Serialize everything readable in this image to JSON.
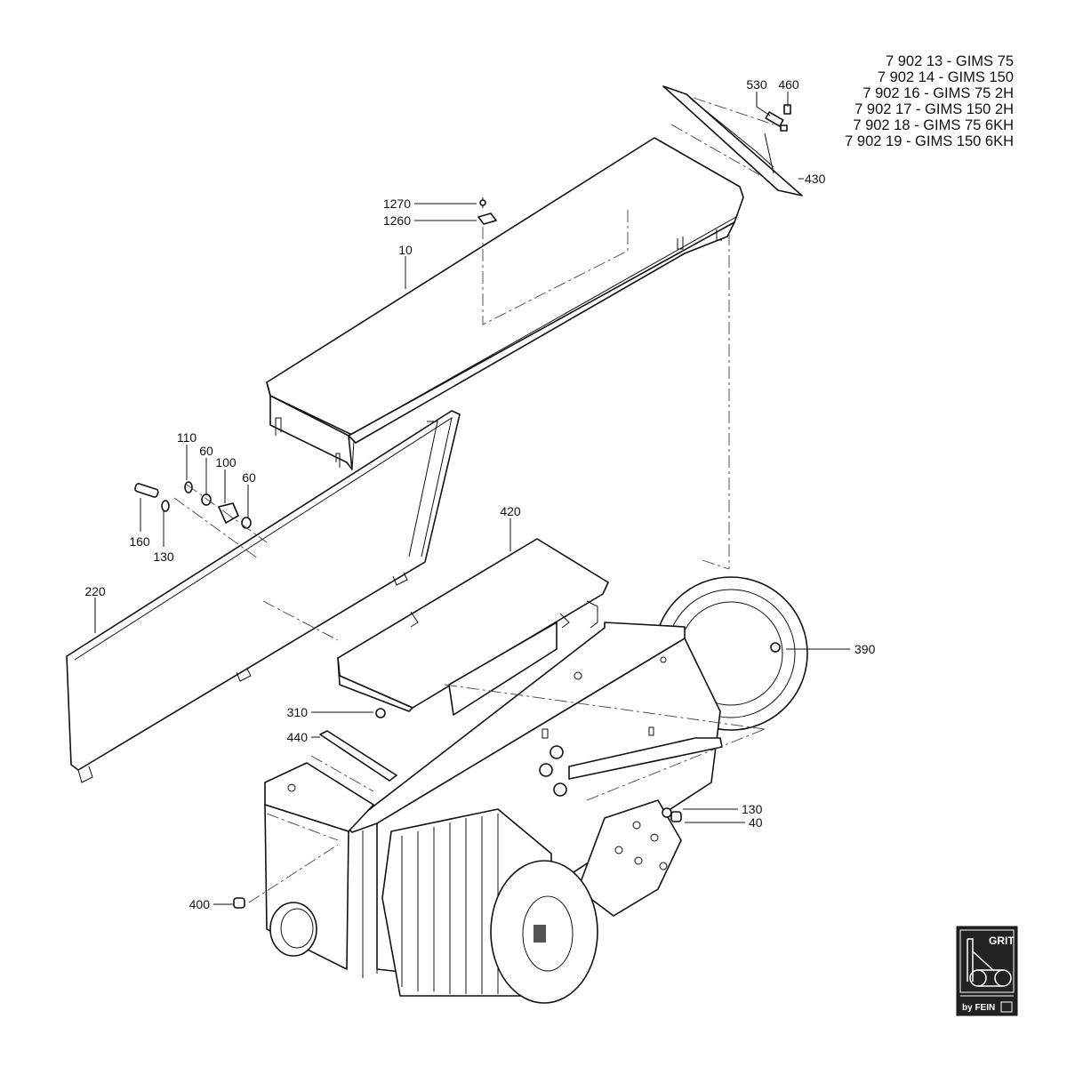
{
  "models": [
    "7 902 13 - GIMS 75",
    "7 902 14 - GIMS 150",
    "7 902 16 - GIMS 75 2H",
    "7 902 17 - GIMS 150 2H",
    "7 902 18 - GIMS 75 6KH",
    "7 902 19 - GIMS 150 6KH"
  ],
  "callouts": {
    "p530": "530",
    "p460": "460",
    "p430": "430",
    "p1270": "1270",
    "p1260": "1260",
    "p10": "10",
    "p110": "110",
    "p60a": "60",
    "p100": "100",
    "p60b": "60",
    "p160": "160",
    "p130a": "130",
    "p420": "420",
    "p220": "220",
    "p390": "390",
    "p310": "310",
    "p440": "440",
    "p130b": "130",
    "p40": "40",
    "p400": "400"
  },
  "logo": {
    "brand": "GRIT",
    "maker": "by FEIN"
  }
}
